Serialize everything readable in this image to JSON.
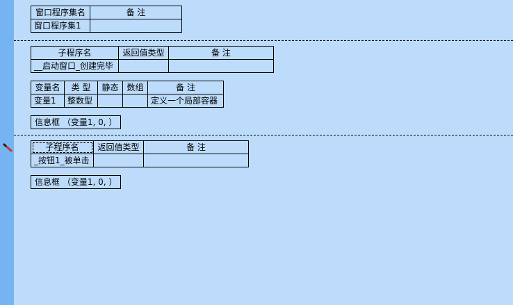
{
  "assembly_table": {
    "headers": [
      "窗口程序集名",
      "备 注"
    ],
    "row": [
      "窗口程序集1",
      ""
    ]
  },
  "sub1_table": {
    "headers": [
      "子程序名",
      "返回值类型",
      "备 注"
    ],
    "row": [
      "__启动窗口_创建完毕",
      "",
      ""
    ]
  },
  "var_table": {
    "headers": [
      "变量名",
      "类 型",
      "静态",
      "数组",
      "备 注"
    ],
    "row": [
      "变量1",
      "整数型",
      "",
      "",
      "定义一个局部容器"
    ]
  },
  "code1": "信息框 （变量1, 0, ）",
  "sub2_table": {
    "headers": [
      "子程序名",
      "返回值类型",
      "备 注"
    ],
    "row": [
      "_按钮1_被单击",
      "",
      ""
    ]
  },
  "code2": "信息框 （变量1, 0, ）",
  "colors": {
    "background": "#bddcfb",
    "gutter": "#76b3f3",
    "cursor_icon": "#c0392b"
  },
  "icons": {
    "cursor": "pencil-cursor-icon"
  }
}
